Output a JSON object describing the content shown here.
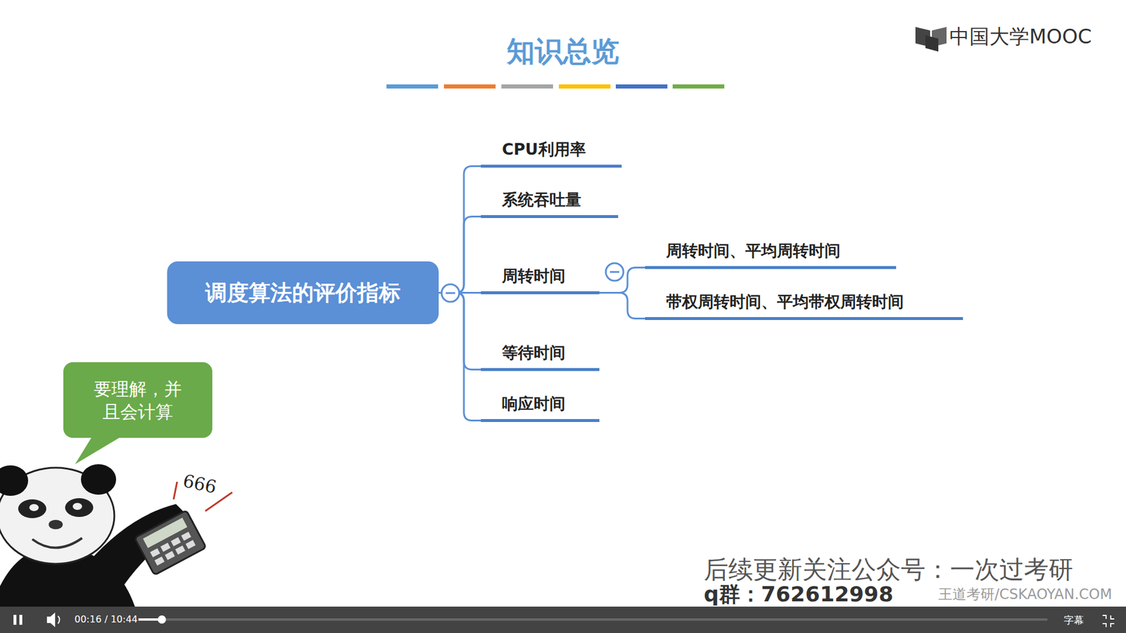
{
  "diagram": {
    "title": "知识总览",
    "nodes": [
      {
        "text": [
          "调度算法的评价指标"
        ]
      },
      {
        "text": [
          "CPU利用率"
        ]
      },
      {
        "text": [
          "系统吞吐量"
        ]
      },
      {
        "text": [
          "周转时间"
        ]
      },
      {
        "text": [
          "周转时间、平均周转时间"
        ]
      },
      {
        "text": [
          "带权周转时间、平均带权周转时间"
        ]
      },
      {
        "text": [
          "等待时间"
        ]
      },
      {
        "text": [
          "响应时间"
        ]
      },
      {
        "text": [
          "要理解，并 且会计算"
        ]
      }
    ],
    "edges": [
      {
        "from": 0,
        "to": 1,
        "arrow": "none"
      },
      {
        "from": 0,
        "to": 2,
        "arrow": "none"
      },
      {
        "from": 0,
        "to": 3,
        "arrow": "none"
      },
      {
        "from": 0,
        "to": 6,
        "arrow": "none"
      },
      {
        "from": 0,
        "to": 7,
        "arrow": "none"
      },
      {
        "from": 3,
        "to": 4,
        "arrow": "none"
      },
      {
        "from": 3,
        "to": 5,
        "arrow": "none"
      }
    ],
    "labels": [
      "中国大学MOOC",
      "666",
      "后续更新关注公众号：一次过考研",
      "q群：762612998",
      "王道考研/CSKAOYAN.COM",
      "00:16 / 10:44",
      "字幕"
    ]
  }
}
